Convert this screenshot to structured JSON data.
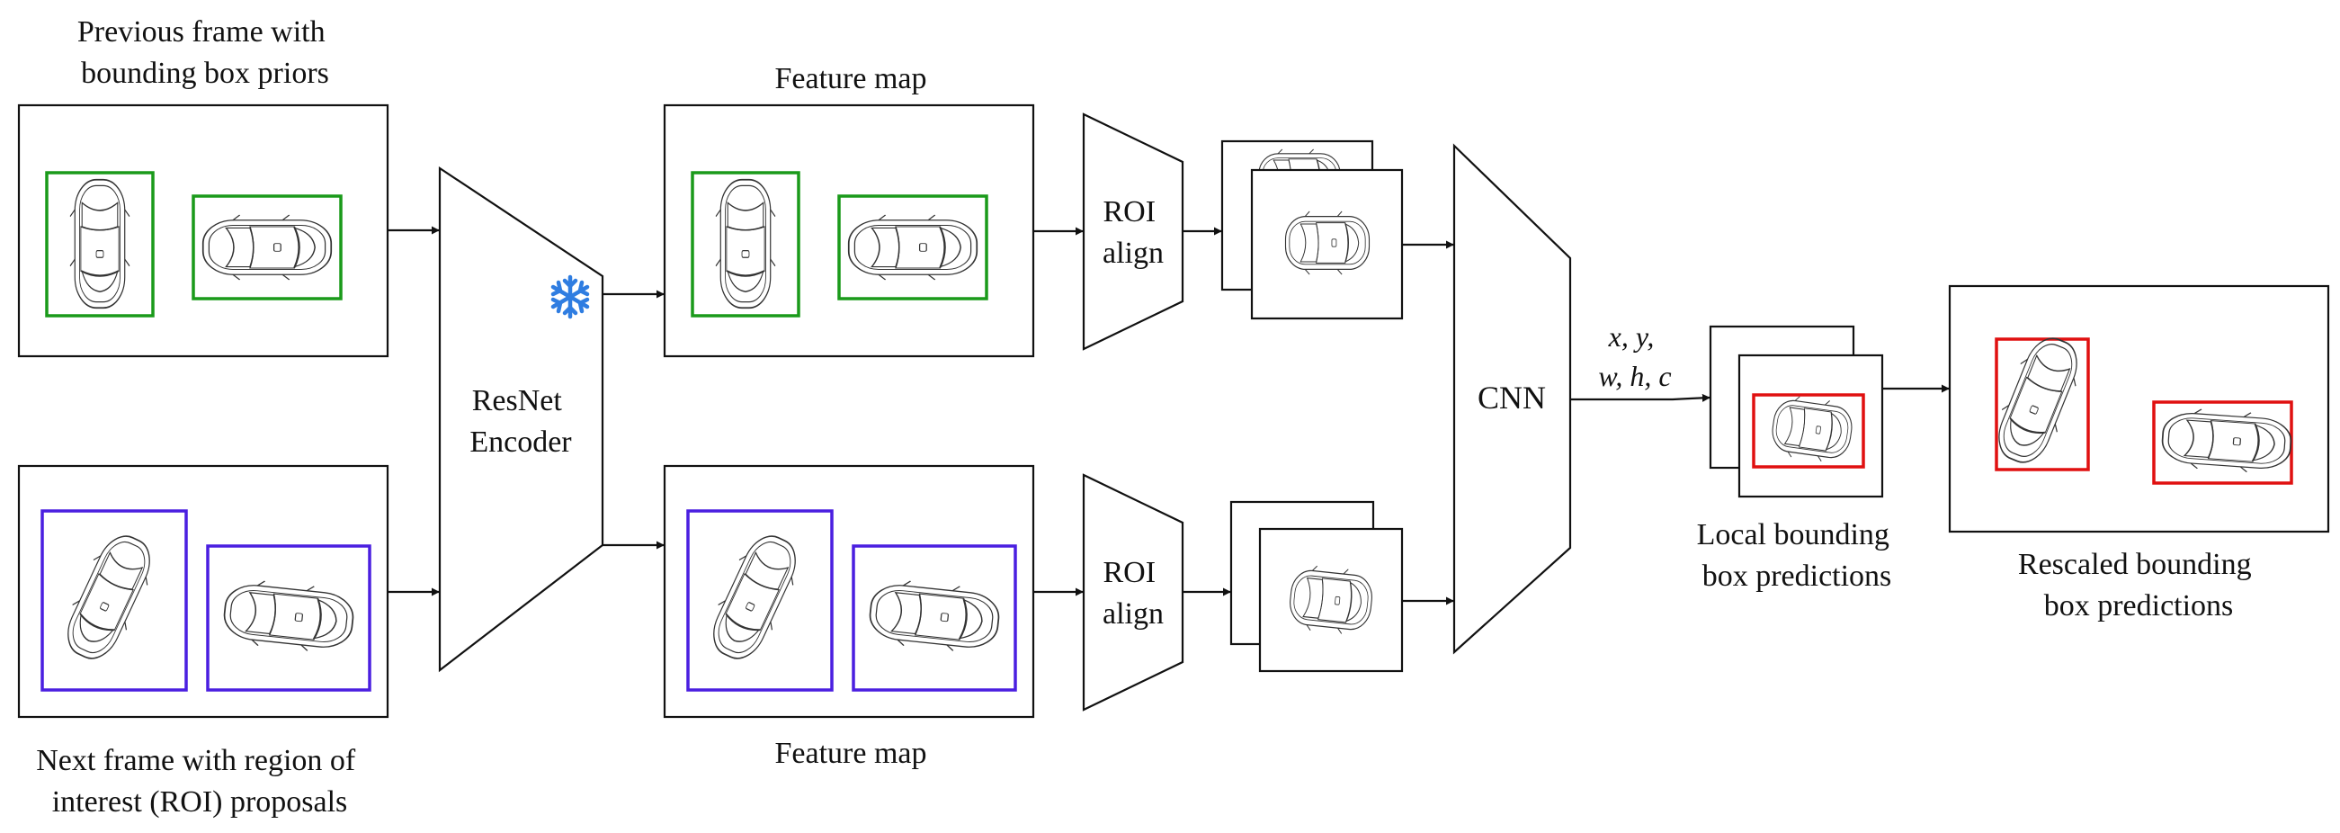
{
  "labels": {
    "prev_frame": [
      "Previous frame with",
      "bounding box priors"
    ],
    "next_frame": [
      "Next frame with region of",
      "interest (ROI) proposals"
    ],
    "feature_map_top": "Feature map",
    "feature_map_bottom": "Feature map",
    "encoder": [
      "ResNet",
      "Encoder"
    ],
    "roi_align_top": [
      "ROI",
      "align"
    ],
    "roi_align_bottom": [
      "ROI",
      "align"
    ],
    "cnn": "CNN",
    "outputs": [
      "x, y,",
      "w, h, c"
    ],
    "local_pred": [
      "Local bounding",
      "box predictions"
    ],
    "rescaled_pred": [
      "Rescaled bounding",
      "box predictions"
    ]
  },
  "colors": {
    "prior_box": "#1a9a1a",
    "proposal_box": "#4a1fe0",
    "prediction_box": "#e01010",
    "frozen_icon": "#2f7de1",
    "line": "#111111"
  },
  "icons": {
    "frozen": "snowflake-icon",
    "car": "car-top-view-icon"
  }
}
